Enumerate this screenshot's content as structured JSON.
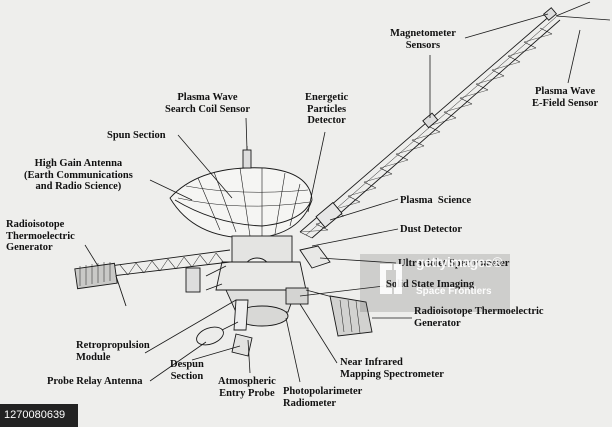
{
  "labels": {
    "magnetometer": "Magnetometer\nSensors",
    "plasma_wave_efield": "Plasma Wave\nE-Field Sensor",
    "plasma_wave_search_coil": "Plasma Wave\nSearch Coil Sensor",
    "energetic_particles": "Energetic\nParticles\nDetector",
    "spun_section": "Spun Section",
    "high_gain_antenna": "High Gain Antenna\n(Earth Communications\nand Radio Science)",
    "rtg_left": "Radioisotope\nThermoelectric\nGenerator",
    "plasma_science": "Plasma  Science",
    "dust_detector": "Dust Detector",
    "ultraviolet": "Ultraviolet Spectrometer",
    "solid_state": "Solid State Imaging",
    "rtg_right": "Radioisotope Thermoelectric\nGenerator",
    "retropropulsion": "Retropropulsion\nModule",
    "probe_relay": "Probe Relay Antenna",
    "despun": "Despun\nSection",
    "entry_probe": "Atmospheric\nEntry Probe",
    "near_infrared": "Near Infrared\nMapping Spectrometer",
    "photopolarimeter": "Photopolarimeter\nRadiometer"
  },
  "watermark": {
    "brand": "gettyimages®",
    "credit": "Space Frontiers"
  },
  "image_id": "1270080639"
}
